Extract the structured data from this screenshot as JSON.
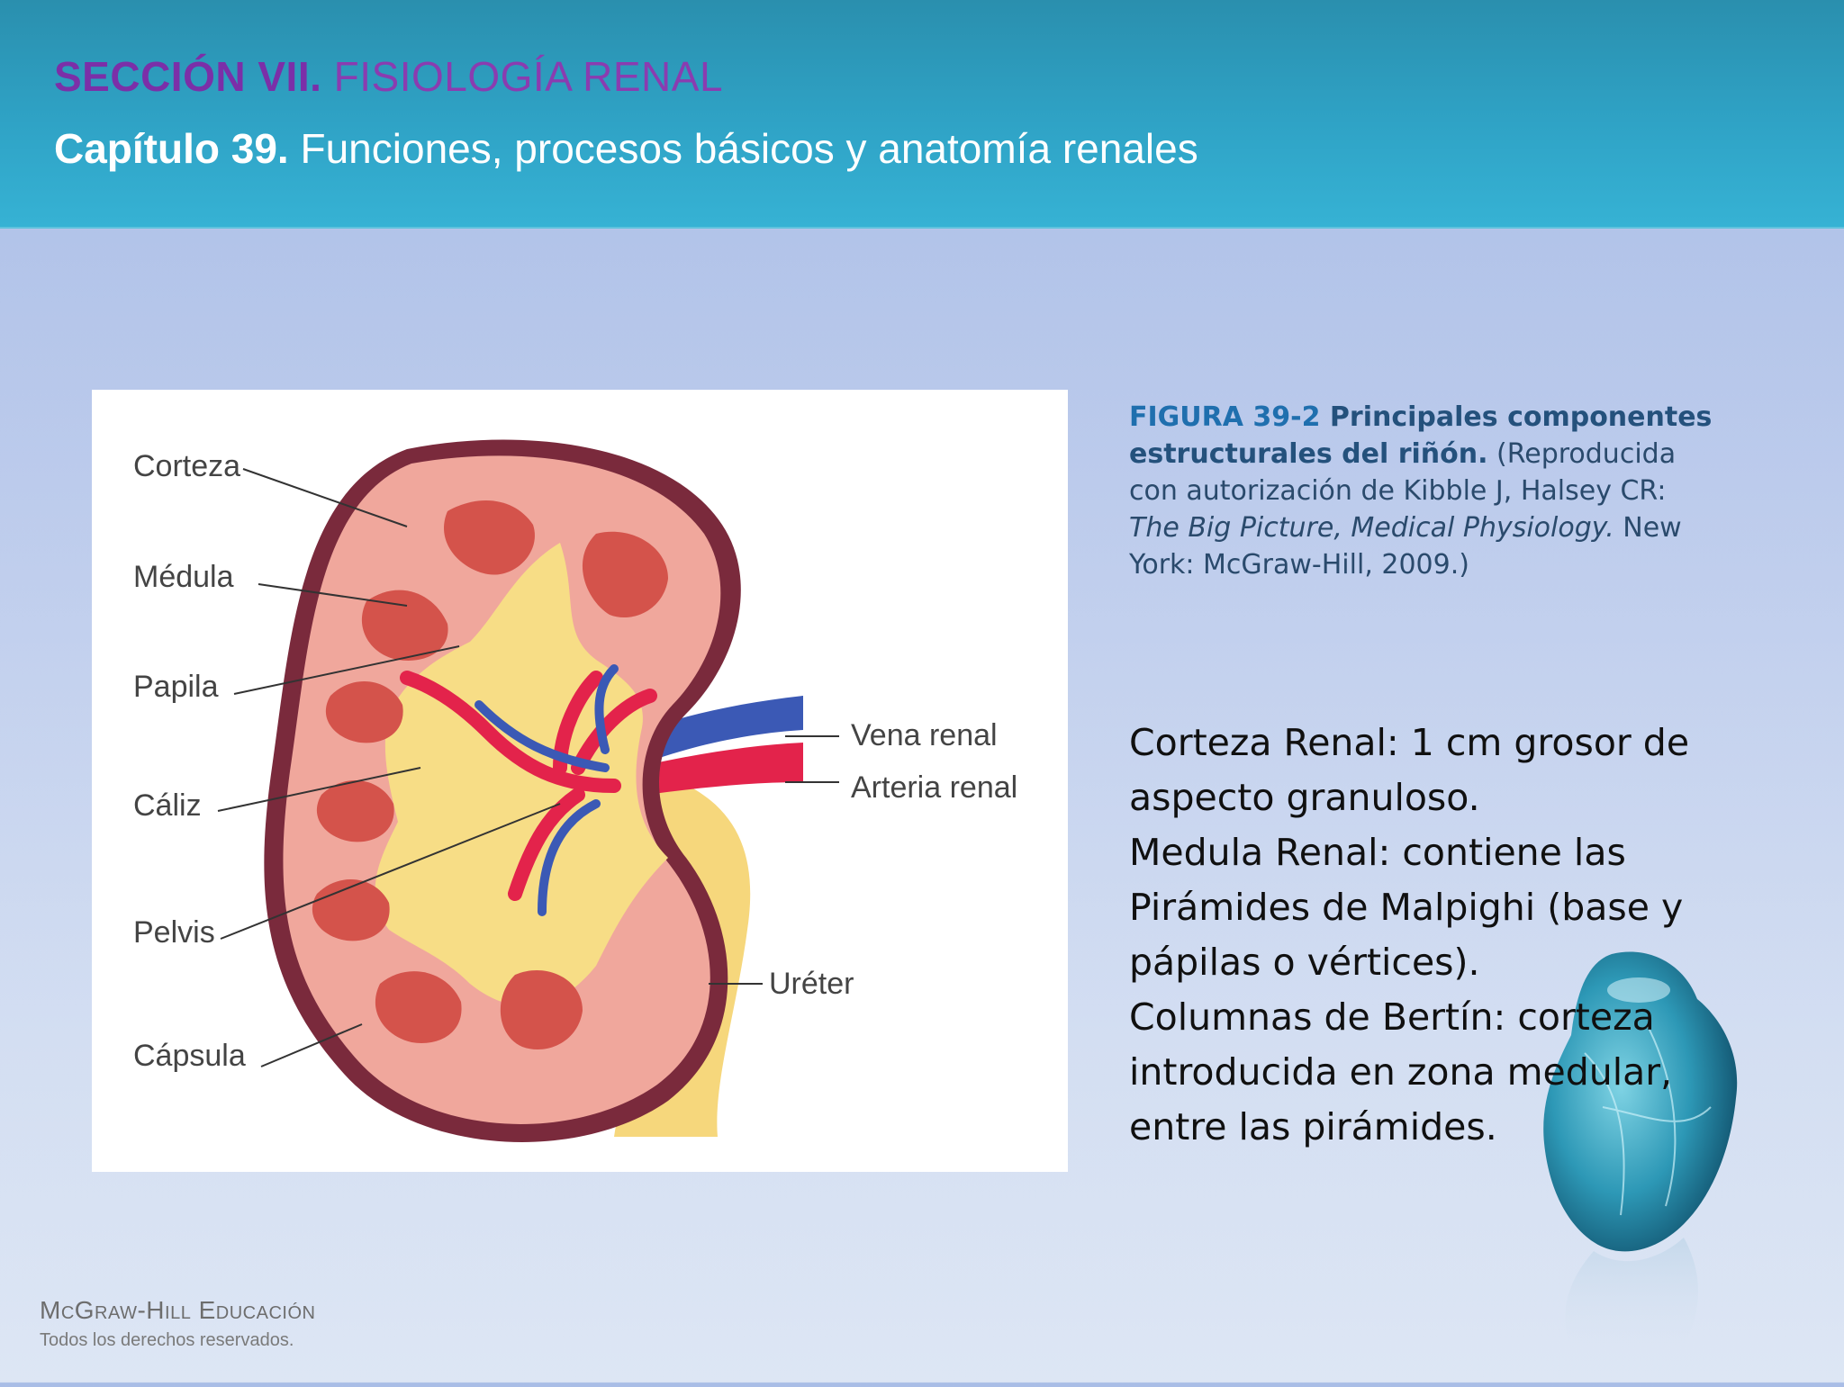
{
  "header": {
    "section_bold": "SECCIÓN VII.",
    "section_rest": " FISIOLOGÍA RENAL",
    "chapter_bold": "Capítulo 39.",
    "chapter_rest": " Funciones, procesos básicos y anatomía renales"
  },
  "figure": {
    "labels": {
      "corteza": "Corteza",
      "medula": "Médula",
      "papila": "Papila",
      "caliz": "Cáliz",
      "pelvis": "Pelvis",
      "capsula": "Cápsula",
      "vena_renal": "Vena renal",
      "arteria_renal": "Arteria renal",
      "ureter": "Uréter"
    },
    "colors": {
      "capsule": "#7a2a3c",
      "cortex": "#f0a79c",
      "pyramid": "#d4534b",
      "pelvis": "#f7dd86",
      "artery": "#e3234b",
      "vein": "#3b59b5"
    }
  },
  "caption": {
    "fig_num": "FIGURA 39-2",
    "fig_title": " Principales componentes estructurales del riñón.",
    "text_1": " (Reproducida con autorización de Kibble J, Halsey CR: ",
    "text_italic": "The Big Picture, Medical Physiology.",
    "text_2": " New York: McGraw-Hill, 2009.)"
  },
  "body_lines": [
    "Corteza Renal: 1 cm grosor de",
    "aspecto granuloso.",
    "Medula Renal: contiene las",
    "Pirámides de Malpighi (base y",
    "pápilas o vértices).",
    "Columnas de Bertín: corteza",
    "introducida en zona medular,",
    "entre las pirámides."
  ],
  "footer": {
    "brand": "McGraw-Hill Educación",
    "rights": "Todos los derechos reservados."
  },
  "icons": {
    "decorative": "heart-icon"
  }
}
